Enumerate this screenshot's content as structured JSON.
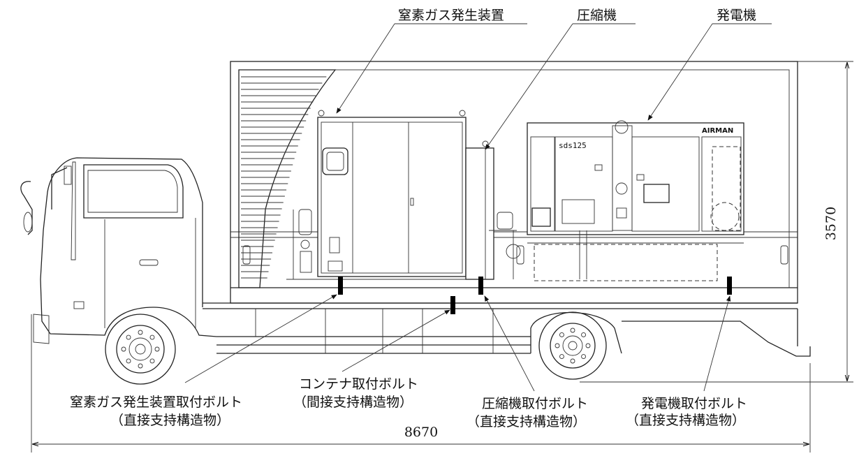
{
  "labels": {
    "nitrogen_generator": "窒素ガス発生装置",
    "compressor": "圧縮機",
    "generator": "発電機",
    "nitrogen_bolt": "窒素ガス発生装置取付ボルト",
    "nitrogen_bolt_type": "（直接支持構造物）",
    "container_bolt": "コンテナ取付ボルト",
    "container_bolt_type": "（間接支持構造物）",
    "compressor_bolt": "圧縮機取付ボルト",
    "compressor_bolt_type": "（直接支持構造物）",
    "generator_bolt": "発電機取付ボルト",
    "generator_bolt_type": "（直接支持構造物）"
  },
  "dimensions": {
    "height": "3570",
    "length": "8670"
  },
  "equipment_markings": {
    "generator_brand": "AIRMAN",
    "generator_model": "sds125"
  }
}
